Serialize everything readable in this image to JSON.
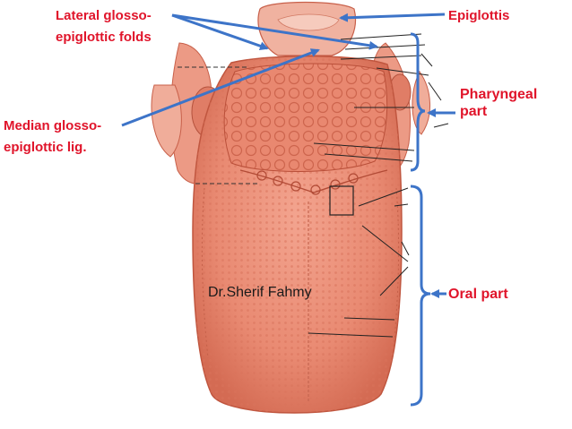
{
  "labels": {
    "lateral_folds": [
      "Lateral glosso-",
      "epiglottic folds"
    ],
    "epiglottis": "Epiglottis",
    "median_ligament": [
      "Median glosso-",
      "epiglottic lig."
    ],
    "pharyngeal_part": [
      "Pharyngeal",
      "part"
    ],
    "oral_part": "Oral part"
  },
  "credit": "Dr.Sherif Fahmy",
  "colors": {
    "label_text": "#e0142a",
    "pointer_arrow": "#3d74c8",
    "tongue_fill": "#e8866e",
    "tongue_dark": "#c95e48",
    "tongue_light": "#f4b3a0",
    "leader_line": "#222222"
  }
}
